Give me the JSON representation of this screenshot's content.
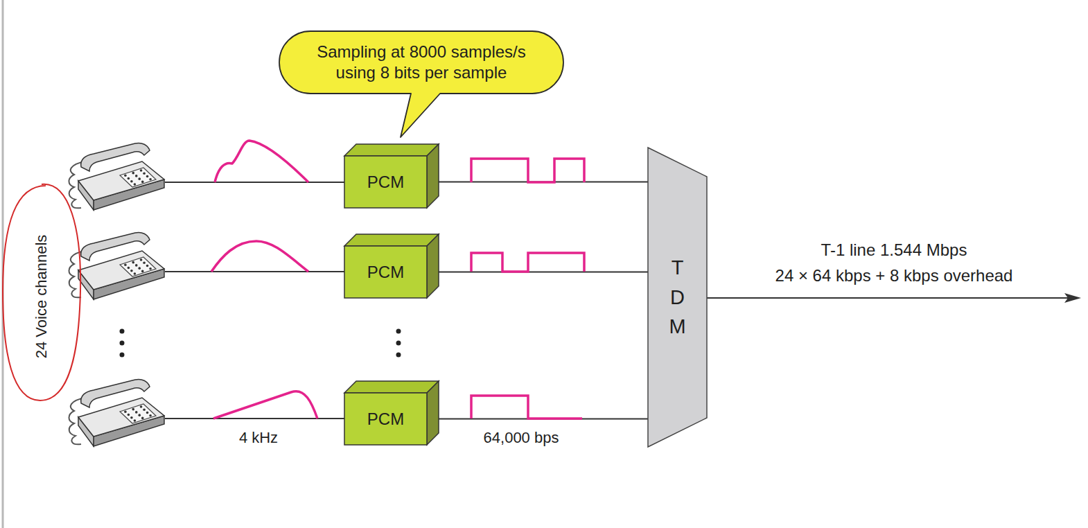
{
  "diagram": {
    "nodes": [
      {
        "text": [
          "Sampling at 8000 samples/s using 8 bits per sample"
        ]
      },
      {
        "text": [
          "PCM"
        ]
      },
      {
        "text": [
          "PCM"
        ]
      },
      {
        "text": [
          "PCM"
        ]
      },
      {
        "text": [
          "T D M"
        ]
      }
    ],
    "edges": [
      {
        "from": 1,
        "to": 4,
        "arrow": "none"
      },
      {
        "from": 2,
        "to": 4,
        "arrow": "none"
      },
      {
        "from": 3,
        "to": 4,
        "arrow": "none"
      }
    ],
    "labels": [
      "24 Voice channels",
      "4 kHz",
      "64,000 bps",
      "T-1 line 1.544 Mbps",
      "24 × 64 kbps + 8 kbps overhead"
    ]
  }
}
